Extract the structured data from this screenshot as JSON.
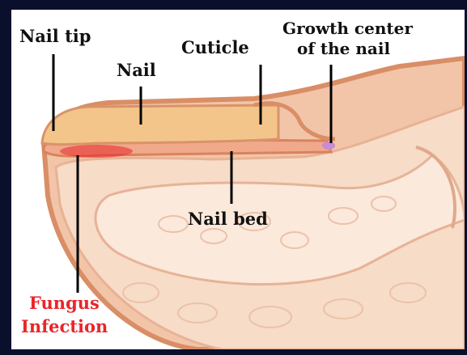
{
  "labels": {
    "nail_tip": "Nail tip",
    "nail": "Nail",
    "cuticle": "Cuticle",
    "growth_center_line1": "Growth center",
    "growth_center_line2": "of the nail",
    "nail_bed": "Nail bed",
    "fungus_line1": "Fungus",
    "fungus_line2": "Infection"
  },
  "colors": {
    "background_frame": "#0a0f2c",
    "panel": "#ffffff",
    "skin": "#f2c5a8",
    "skin_dark": "#d98e66",
    "nail": "#f3c58a",
    "infection": "#e8262a",
    "growth_center": "#c98bd1"
  }
}
